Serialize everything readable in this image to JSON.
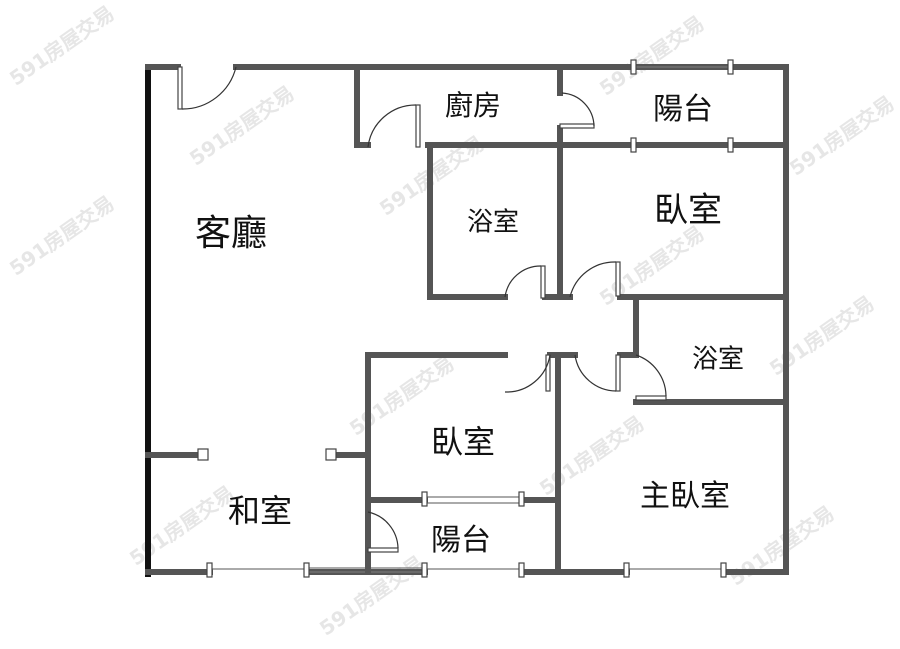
{
  "watermark": "591房屋交易",
  "rooms": {
    "living_room": "客廳",
    "kitchen": "廚房",
    "balcony_top": "陽台",
    "bathroom_1": "浴室",
    "bedroom_1": "臥室",
    "bathroom_2": "浴室",
    "bedroom_2": "臥室",
    "master_bedroom": "主臥室",
    "tatami_room": "和室",
    "balcony_bottom": "陽台"
  }
}
